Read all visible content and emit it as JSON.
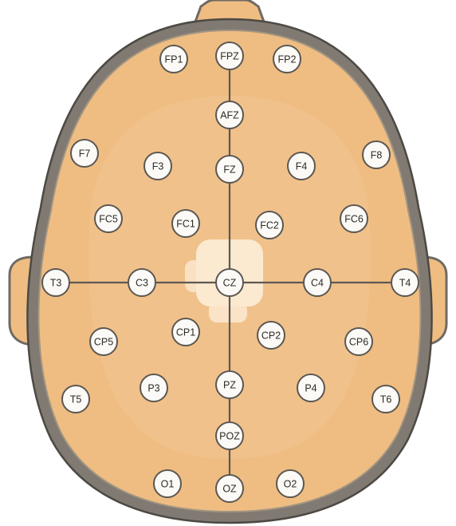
{
  "diagram": {
    "electrodes": [
      {
        "id": "fp1",
        "label": "FP1"
      },
      {
        "id": "fpz",
        "label": "FPZ"
      },
      {
        "id": "fp2",
        "label": "FP2"
      },
      {
        "id": "afz",
        "label": "AFZ"
      },
      {
        "id": "f7",
        "label": "F7"
      },
      {
        "id": "f3",
        "label": "F3"
      },
      {
        "id": "fz",
        "label": "FZ"
      },
      {
        "id": "f4",
        "label": "F4"
      },
      {
        "id": "f8",
        "label": "F8"
      },
      {
        "id": "fc5",
        "label": "FC5"
      },
      {
        "id": "fc1",
        "label": "FC1"
      },
      {
        "id": "fc2",
        "label": "FC2"
      },
      {
        "id": "fc6",
        "label": "FC6"
      },
      {
        "id": "t3",
        "label": "T3"
      },
      {
        "id": "c3",
        "label": "C3"
      },
      {
        "id": "cz",
        "label": "CZ"
      },
      {
        "id": "c4",
        "label": "C4"
      },
      {
        "id": "t4",
        "label": "T4"
      },
      {
        "id": "cp5",
        "label": "CP5"
      },
      {
        "id": "cp1",
        "label": "CP1"
      },
      {
        "id": "cp2",
        "label": "CP2"
      },
      {
        "id": "cp6",
        "label": "CP6"
      },
      {
        "id": "t5",
        "label": "T5"
      },
      {
        "id": "p3",
        "label": "P3"
      },
      {
        "id": "pz",
        "label": "PZ"
      },
      {
        "id": "p4",
        "label": "P4"
      },
      {
        "id": "t6",
        "label": "T6"
      },
      {
        "id": "poz",
        "label": "POZ"
      },
      {
        "id": "o1",
        "label": "O1"
      },
      {
        "id": "oz",
        "label": "OZ"
      },
      {
        "id": "o2",
        "label": "O2"
      }
    ],
    "colors": {
      "head_fill": "#efbd82",
      "head_light": "#f4caa0",
      "center_highlight": "#fbe9d0",
      "outline": "#6f6a63",
      "electrode_fill": "#fbfaf7",
      "electrode_stroke": "#5b5752",
      "grid_line": "#5d5852"
    }
  }
}
